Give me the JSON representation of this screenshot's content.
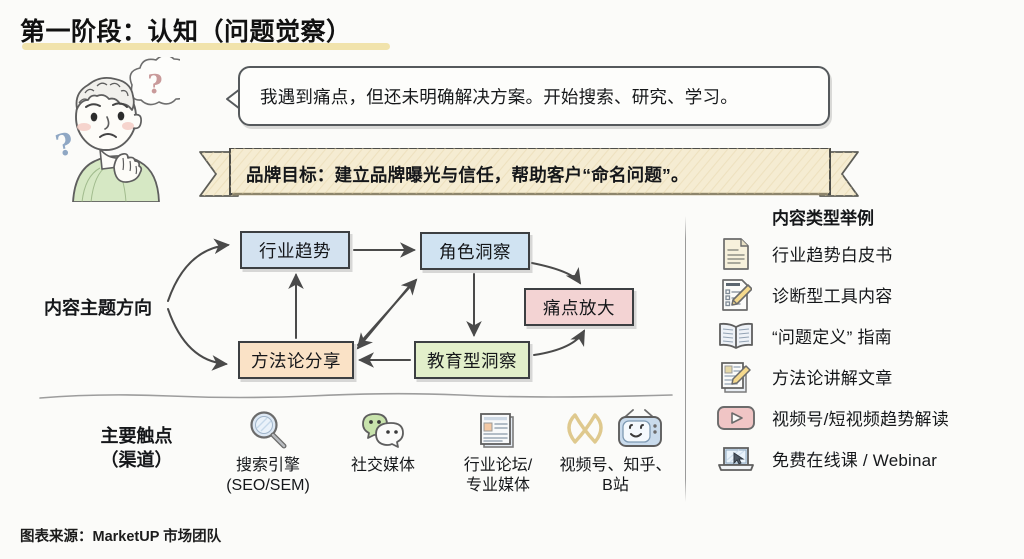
{
  "header": {
    "title": "第一阶段：认知（问题觉察）",
    "underline_color": "#f0e2a8"
  },
  "persona": {
    "thought_qmark": "?",
    "side_qmark": "?",
    "icon_name": "thinking-person"
  },
  "speech_bubble": {
    "text": "我遇到痛点，但还未明确解决方案。开始搜索、研究、学习。"
  },
  "ribbon": {
    "text": "品牌目标：建立品牌曝光与信任，帮助客户“命名问题”。",
    "color": "#f5ecd2"
  },
  "diagram": {
    "label": "内容主题方向",
    "nodes": [
      {
        "id": "trend",
        "label": "行业趋势",
        "color": "#d3e2f0"
      },
      {
        "id": "role",
        "label": "角色洞察",
        "color": "#d0e3f2"
      },
      {
        "id": "pain",
        "label": "痛点放大",
        "color": "#f3d3d3"
      },
      {
        "id": "method",
        "label": "方法论分享",
        "color": "#fae2c6"
      },
      {
        "id": "edu",
        "label": "教育型洞察",
        "color": "#e2efca"
      }
    ]
  },
  "touchpoints": {
    "title_line1": "主要触点",
    "title_line2": "（渠道）",
    "items": [
      {
        "icon": "magnifier-icon",
        "line1": "搜索引擎",
        "line2": "(SEO/SEM)"
      },
      {
        "icon": "wechat-icon",
        "line1": "社交媒体",
        "line2": ""
      },
      {
        "icon": "newspaper-icon",
        "line1": "行业论坛/",
        "line2": "专业媒体"
      },
      {
        "icon": "infinity-icon",
        "line1": "视频号、知乎、",
        "line2": "B站"
      }
    ]
  },
  "content_types": {
    "heading": "内容类型举例",
    "items": [
      {
        "icon": "document-icon",
        "label": "行业趋势白皮书"
      },
      {
        "icon": "checklist-pencil-icon",
        "label": "诊断型工具内容"
      },
      {
        "icon": "open-book-icon",
        "label": "“问题定义” 指南"
      },
      {
        "icon": "article-pencil-icon",
        "label": "方法论讲解文章"
      },
      {
        "icon": "video-play-icon",
        "label": "视频号/短视频趋势解读"
      },
      {
        "icon": "laptop-icon",
        "label": "免费在线课 / Webinar"
      }
    ]
  },
  "footer": {
    "source": "图表来源：MarketUP 市场团队"
  }
}
